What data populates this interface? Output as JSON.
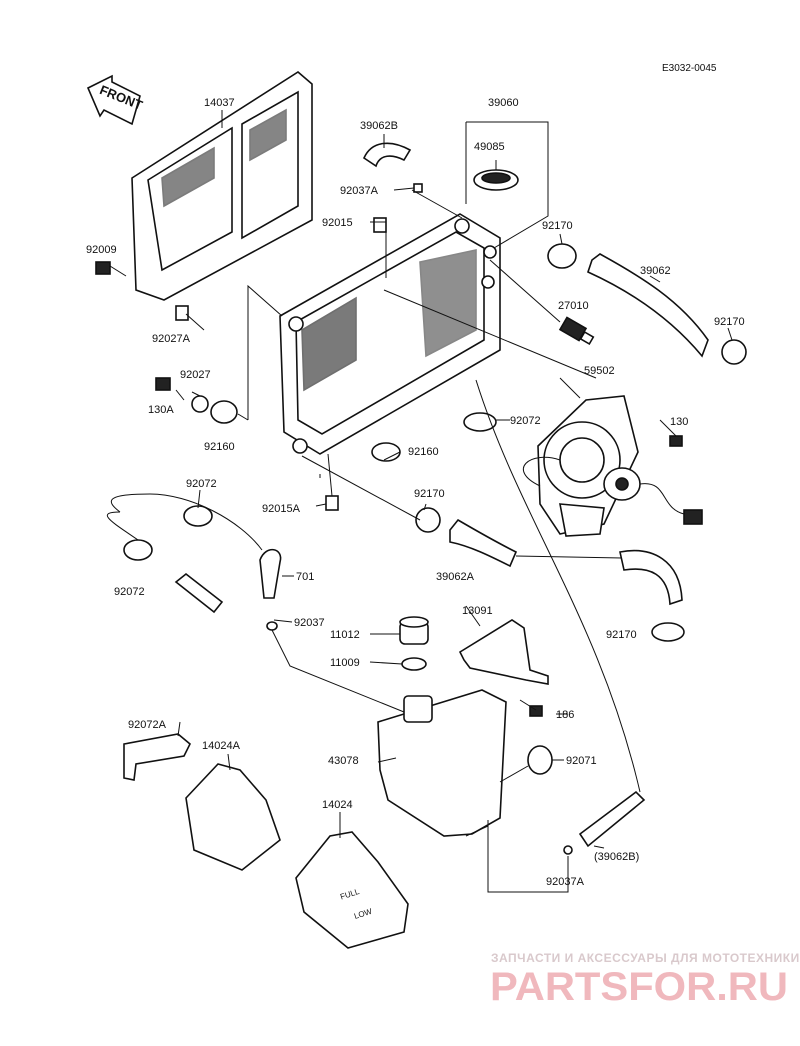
{
  "diagram_code": "E3032-0045",
  "front_label": "FRONT",
  "callouts": {
    "p14037": "14037",
    "p39060": "39060",
    "p39062B": "39062B",
    "p49085": "49085",
    "p92037A_top": "92037A",
    "p92015": "92015",
    "p92170_a": "92170",
    "p39062": "39062",
    "p92170_b": "92170",
    "p92009": "92009",
    "p27010": "27010",
    "p92027A": "92027A",
    "p92027": "92027",
    "p59502": "59502",
    "p130A": "130A",
    "p130": "130",
    "p92072_a": "92072",
    "p92160_a": "92160",
    "p92160_b": "92160",
    "p92072_b": "92072",
    "p92170_c": "92170",
    "p92015A": "92015A",
    "p701": "701",
    "p39062A": "39062A",
    "p92072_c": "92072",
    "p92037": "92037",
    "p13091": "13091",
    "p92170_d": "92170",
    "p11012": "11012",
    "p11009": "11009",
    "p186": "186",
    "p92072A": "92072A",
    "p14024A": "14024A",
    "p43078": "43078",
    "p92071": "92071",
    "p14024": "14024",
    "p39062B_paren": "(39062B)",
    "p92037A_bottom": "92037A"
  },
  "tank_markings": {
    "full": "FULL",
    "low": "LOW"
  },
  "watermark": {
    "tagline": "ЗАПЧАСТИ И АКСЕССУАРЫ ДЛЯ МОТОТЕХНИКИ",
    "logo": "PARTSFOR.RU"
  },
  "colors": {
    "ink": "#111111",
    "watermark_logo": "#f0b8bd",
    "watermark_tagline": "#d9c9cc"
  }
}
